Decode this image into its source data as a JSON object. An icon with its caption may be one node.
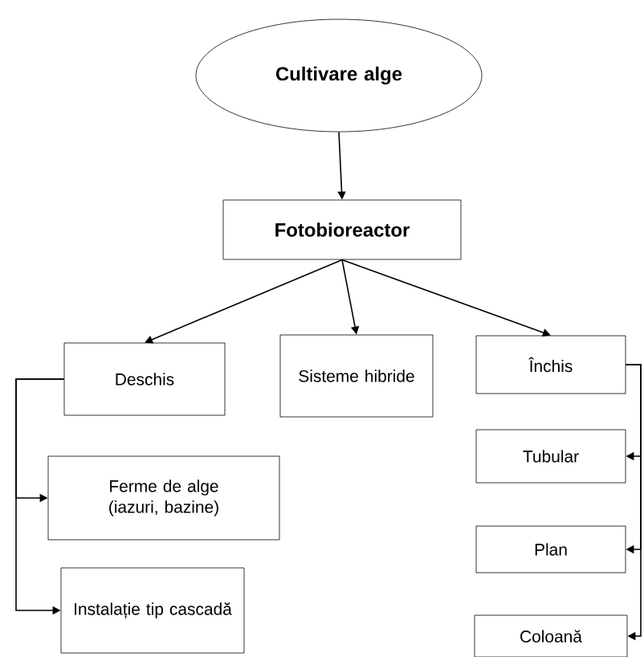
{
  "diagram": {
    "nodes": [
      {
        "text": [
          "Cultivare alge"
        ]
      },
      {
        "text": [
          "Fotobioreactor"
        ]
      },
      {
        "text": [
          "Deschis"
        ]
      },
      {
        "text": [
          "Sisteme hibride"
        ]
      },
      {
        "text": [
          "Închis"
        ]
      },
      {
        "text": [
          "Ferme de alge (iazuri, bazine)"
        ]
      },
      {
        "text": [
          "Instalație tip cascadă"
        ]
      },
      {
        "text": [
          "Tubular"
        ]
      },
      {
        "text": [
          "Plan"
        ]
      },
      {
        "text": [
          "Coloană"
        ]
      }
    ],
    "edges": [
      {
        "from": 0,
        "to": 1,
        "arrow": "to"
      },
      {
        "from": 1,
        "to": 2,
        "arrow": "to"
      },
      {
        "from": 1,
        "to": 3,
        "arrow": "to"
      },
      {
        "from": 1,
        "to": 4,
        "arrow": "to"
      },
      {
        "from": 2,
        "to": 5,
        "arrow": "to"
      },
      {
        "from": 2,
        "to": 6,
        "arrow": "to"
      },
      {
        "from": 4,
        "to": 7,
        "arrow": "to"
      },
      {
        "from": 4,
        "to": 8,
        "arrow": "to"
      },
      {
        "from": 4,
        "to": 9,
        "arrow": "to"
      }
    ]
  }
}
